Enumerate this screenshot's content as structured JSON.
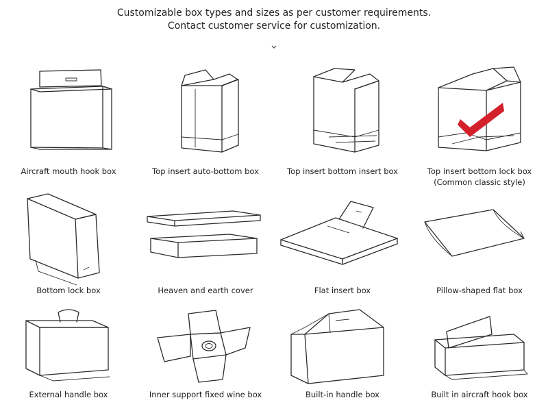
{
  "header": {
    "line1": "Customizable box types and sizes as per customer requirements.",
    "line2": "Contact customer service for customization."
  },
  "accent_color": "#d4202a",
  "boxes": [
    {
      "label": "Aircraft mouth hook box",
      "icon": "aircraft-mouth-hook-box-icon"
    },
    {
      "label": "Top insert auto-bottom box",
      "icon": "top-insert-auto-bottom-box-icon"
    },
    {
      "label": "Top insert bottom insert box",
      "icon": "top-insert-bottom-insert-box-icon"
    },
    {
      "label": "Top insert bottom lock box",
      "sublabel": "(Common classic style)",
      "icon": "top-insert-bottom-lock-box-icon",
      "highlight": "red-checkmark"
    },
    {
      "label": "Bottom lock box",
      "icon": "bottom-lock-box-icon"
    },
    {
      "label": "Heaven and earth cover",
      "icon": "heaven-and-earth-cover-icon"
    },
    {
      "label": "Flat insert box",
      "icon": "flat-insert-box-icon"
    },
    {
      "label": "Pillow-shaped flat box",
      "icon": "pillow-shaped-flat-box-icon"
    },
    {
      "label": "External handle box",
      "icon": "external-handle-box-icon"
    },
    {
      "label": "Inner support fixed wine box",
      "icon": "inner-support-fixed-wine-box-icon"
    },
    {
      "label": "Built-in handle box",
      "icon": "built-in-handle-box-icon"
    },
    {
      "label": "Built in aircraft hook box",
      "icon": "built-in-aircraft-hook-box-icon"
    }
  ]
}
